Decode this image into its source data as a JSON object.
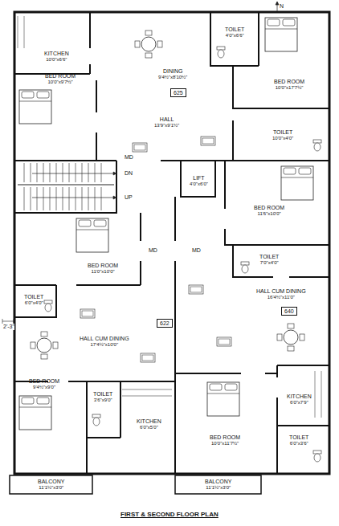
{
  "diagram": {
    "title": "FIRST & SECOND FLOOR PLAN",
    "nodes": [
      {
        "text": [
          "KITCHEN",
          "10'0\"x6'6\""
        ]
      },
      {
        "text": [
          "DINING",
          "9'4½\"x8'10½\""
        ]
      },
      {
        "text": [
          "BED ROOM",
          "10'0\"x9'7½\""
        ]
      },
      {
        "text": [
          "TOILET",
          "4'0\"x6'6\""
        ]
      },
      {
        "text": [
          "BED ROOM",
          "10'0\"x17'7½\""
        ]
      },
      {
        "text": [
          "HALL",
          "13'9\"x9'1½\""
        ]
      },
      {
        "text": [
          "625"
        ],
        "in": 5
      },
      {
        "text": [
          "TOILET",
          "10'0\"x4'0\""
        ]
      },
      {
        "text": [
          "LIFT",
          "4'0\"x6'0\""
        ]
      },
      {
        "text": [
          "BED ROOM",
          "11'6\"x10'0\""
        ]
      },
      {
        "text": [
          "TOILET",
          "7'0\"x4'0\""
        ]
      },
      {
        "text": [
          "BED ROOM",
          "11'0\"x10'0\""
        ]
      },
      {
        "text": [
          "TOILET",
          "6'0\"x4'0\""
        ]
      },
      {
        "text": [
          "HALL CUM DINING",
          "17'4½\"x10'0\""
        ]
      },
      {
        "text": [
          "622"
        ],
        "in": 13
      },
      {
        "text": [
          "HALL CUM DINING",
          "16'4½\"x11'0\""
        ]
      },
      {
        "text": [
          "640"
        ],
        "in": 15
      },
      {
        "text": [
          "KITCHEN",
          "6'0\"x7'9\""
        ]
      },
      {
        "text": [
          "BED ROOM",
          "9'4½\"x9'0\""
        ]
      },
      {
        "text": [
          "TOILET",
          "3'6\"x9'0\""
        ]
      },
      {
        "text": [
          "KITCHEN",
          "6'0\"x5'0\""
        ]
      },
      {
        "text": [
          "BED ROOM",
          "10'0\"x11'7½\""
        ]
      },
      {
        "text": [
          "TOILET",
          "6'0\"x3'6\""
        ]
      },
      {
        "text": [
          "BALCONY",
          "11'1½\"x3'0\""
        ]
      },
      {
        "text": [
          "BALCONY",
          "11'1½\"x3'0\""
        ]
      }
    ],
    "labels": [
      "MD",
      "DN",
      "UP",
      "MD",
      "MD",
      "2'-3\"",
      "N"
    ]
  }
}
